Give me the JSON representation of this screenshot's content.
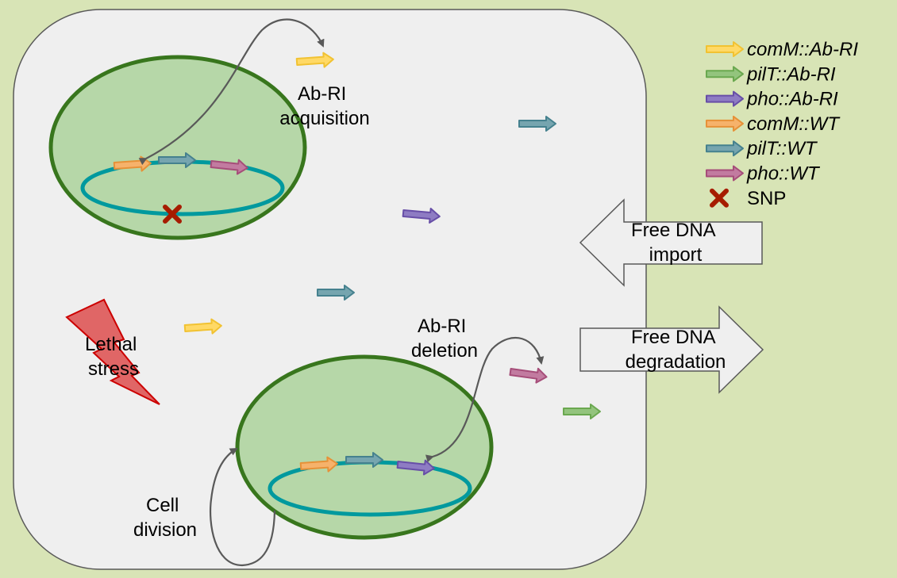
{
  "labels": {
    "acquisition": [
      "Ab-RI",
      "acquisition"
    ],
    "deletion": [
      "Ab-RI",
      "deletion"
    ],
    "lethal_stress": [
      "Lethal",
      "stress"
    ],
    "cell_division": [
      "Cell",
      "division"
    ],
    "import": [
      "Free DNA",
      "import"
    ],
    "degradation": [
      "Free DNA",
      "degradation"
    ]
  },
  "legend": [
    {
      "label": "comM::Ab-RI",
      "color": "#ffd966",
      "stroke": "#f1c232",
      "kind": "arrow",
      "italic": true
    },
    {
      "label": "pilT::Ab-RI",
      "color": "#93c47d",
      "stroke": "#6aa84f",
      "kind": "arrow",
      "italic": true
    },
    {
      "label": "pho::Ab-RI",
      "color": "#8e7cc3",
      "stroke": "#674ea7",
      "kind": "arrow",
      "italic": true
    },
    {
      "label": "comM::WT",
      "color": "#f6b26b",
      "stroke": "#e69138",
      "kind": "arrow",
      "italic": true
    },
    {
      "label": "pilT::WT",
      "color": "#76a5af",
      "stroke": "#45818e",
      "kind": "arrow",
      "italic": true
    },
    {
      "label": "pho::WT",
      "color": "#c27ba0",
      "stroke": "#a64d79",
      "kind": "arrow",
      "italic": true
    },
    {
      "label": "SNP",
      "color": "#a61c00",
      "stroke": "#a61c00",
      "kind": "cross",
      "italic": false
    }
  ],
  "colors": {
    "background": "#d8e4b6",
    "cell_fill": "#efefef",
    "cell_stroke": "#595959",
    "bacterium_fill": "#b6d7a8",
    "bacterium_stroke": "#38761d",
    "plasmid": "#00999e",
    "stress_fill": "#e06666",
    "stress_stroke": "#cc0000"
  }
}
